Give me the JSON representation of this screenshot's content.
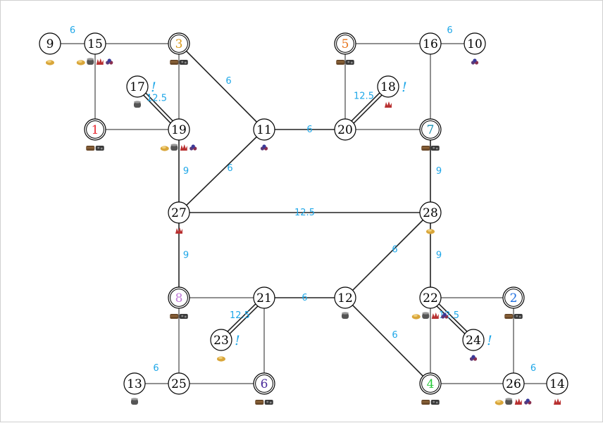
{
  "colors": {
    "edge": "#222222",
    "label": "#1ea7e8",
    "node_fill": "#ffffff",
    "node_stroke": "#000000",
    "player_colors": {
      "1": "#e8242c",
      "2": "#1f6fe0",
      "3": "#d99a1a",
      "4": "#28c93a",
      "5": "#e8741c",
      "6": "#4a2a9a",
      "7": "#1a8fb0",
      "8": "#c07ad8"
    }
  },
  "icon_types": {
    "wood": {
      "name": "wood-resource-icon",
      "color": "#6b4a2a"
    },
    "stone": {
      "name": "stone-resource-icon",
      "color": "#3a3a3a"
    },
    "wheat": {
      "name": "wheat-resource-icon",
      "color": "#d9a63a"
    },
    "pot": {
      "name": "pot-resource-icon",
      "color": "#555555"
    },
    "brick": {
      "name": "brick-resource-icon",
      "color": "#b83030"
    },
    "ore": {
      "name": "ore-resource-icon",
      "color": "#5a3a7a"
    }
  },
  "nodes": [
    {
      "id": "9",
      "label": "9",
      "double": false,
      "player": null,
      "icons": [
        "wheat"
      ]
    },
    {
      "id": "15",
      "label": "15",
      "double": false,
      "player": null,
      "icons": [
        "wheat",
        "pot",
        "brick",
        "ore"
      ]
    },
    {
      "id": "3",
      "label": "3",
      "double": true,
      "player": "3",
      "icons": [
        "wood",
        "stone"
      ]
    },
    {
      "id": "5",
      "label": "5",
      "double": true,
      "player": "5",
      "icons": [
        "wood",
        "stone"
      ]
    },
    {
      "id": "16",
      "label": "16",
      "double": false,
      "player": null,
      "icons": []
    },
    {
      "id": "10",
      "label": "10",
      "double": false,
      "player": null,
      "icons": [
        "ore"
      ]
    },
    {
      "id": "17",
      "label": "17",
      "double": false,
      "player": null,
      "icons": [
        "pot"
      ],
      "bang": "!"
    },
    {
      "id": "18",
      "label": "18",
      "double": false,
      "player": null,
      "icons": [
        "brick"
      ],
      "bang": "!"
    },
    {
      "id": "1",
      "label": "1",
      "double": true,
      "player": "1",
      "icons": [
        "wood",
        "stone"
      ]
    },
    {
      "id": "19",
      "label": "19",
      "double": false,
      "player": null,
      "icons": [
        "wheat",
        "pot",
        "brick",
        "ore"
      ]
    },
    {
      "id": "11",
      "label": "11",
      "double": false,
      "player": null,
      "icons": [
        "ore"
      ]
    },
    {
      "id": "20",
      "label": "20",
      "double": false,
      "player": null,
      "icons": []
    },
    {
      "id": "7",
      "label": "7",
      "double": true,
      "player": "7",
      "icons": [
        "wood",
        "stone"
      ]
    },
    {
      "id": "27",
      "label": "27",
      "double": false,
      "player": null,
      "icons": [
        "brick"
      ]
    },
    {
      "id": "28",
      "label": "28",
      "double": false,
      "player": null,
      "icons": [
        "wheat"
      ]
    },
    {
      "id": "8",
      "label": "8",
      "double": true,
      "player": "8",
      "icons": [
        "wood",
        "stone"
      ]
    },
    {
      "id": "21",
      "label": "21",
      "double": false,
      "player": null,
      "icons": []
    },
    {
      "id": "12",
      "label": "12",
      "double": false,
      "player": null,
      "icons": [
        "pot"
      ]
    },
    {
      "id": "22",
      "label": "22",
      "double": false,
      "player": null,
      "icons": [
        "wheat",
        "pot",
        "brick",
        "ore"
      ]
    },
    {
      "id": "2",
      "label": "2",
      "double": true,
      "player": "2",
      "icons": [
        "wood",
        "stone"
      ]
    },
    {
      "id": "23",
      "label": "23",
      "double": false,
      "player": null,
      "icons": [
        "wheat"
      ],
      "bang": "!"
    },
    {
      "id": "24",
      "label": "24",
      "double": false,
      "player": null,
      "icons": [
        "ore"
      ],
      "bang": "!"
    },
    {
      "id": "13",
      "label": "13",
      "double": false,
      "player": null,
      "icons": [
        "pot"
      ]
    },
    {
      "id": "25",
      "label": "25",
      "double": false,
      "player": null,
      "icons": []
    },
    {
      "id": "6",
      "label": "6",
      "double": true,
      "player": "6",
      "icons": [
        "wood",
        "stone"
      ]
    },
    {
      "id": "4",
      "label": "4",
      "double": true,
      "player": "4",
      "icons": [
        "wood",
        "stone"
      ]
    },
    {
      "id": "26",
      "label": "26",
      "double": false,
      "player": null,
      "icons": [
        "wheat",
        "pot",
        "brick",
        "ore"
      ]
    },
    {
      "id": "14",
      "label": "14",
      "double": false,
      "player": null,
      "icons": [
        "brick"
      ]
    }
  ],
  "edges": [
    {
      "from": "9",
      "to": "15",
      "label": "6",
      "style": "single"
    },
    {
      "from": "15",
      "to": "3",
      "label": "",
      "style": "single"
    },
    {
      "from": "15",
      "to": "1",
      "label": "",
      "style": "single"
    },
    {
      "from": "3",
      "to": "19",
      "label": "",
      "style": "single"
    },
    {
      "from": "3",
      "to": "11",
      "label": "6",
      "style": "single"
    },
    {
      "from": "1",
      "to": "19",
      "label": "",
      "style": "single"
    },
    {
      "from": "17",
      "to": "19",
      "label": "12.5",
      "style": "double"
    },
    {
      "from": "19",
      "to": "27",
      "label": "9",
      "style": "single"
    },
    {
      "from": "11",
      "to": "20",
      "label": "6",
      "style": "single"
    },
    {
      "from": "11",
      "to": "27",
      "label": "6",
      "style": "single"
    },
    {
      "from": "5",
      "to": "16",
      "label": "",
      "style": "single"
    },
    {
      "from": "5",
      "to": "20",
      "label": "",
      "style": "single"
    },
    {
      "from": "16",
      "to": "10",
      "label": "6",
      "style": "single"
    },
    {
      "from": "16",
      "to": "7",
      "label": "",
      "style": "single"
    },
    {
      "from": "20",
      "to": "18",
      "label": "12.5",
      "style": "double"
    },
    {
      "from": "20",
      "to": "7",
      "label": "",
      "style": "single"
    },
    {
      "from": "7",
      "to": "28",
      "label": "9",
      "style": "single"
    },
    {
      "from": "27",
      "to": "28",
      "label": "12.5",
      "style": "single"
    },
    {
      "from": "27",
      "to": "8",
      "label": "9",
      "style": "single"
    },
    {
      "from": "28",
      "to": "12",
      "label": "6",
      "style": "single"
    },
    {
      "from": "28",
      "to": "22",
      "label": "9",
      "style": "single"
    },
    {
      "from": "8",
      "to": "21",
      "label": "",
      "style": "single"
    },
    {
      "from": "8",
      "to": "25",
      "label": "",
      "style": "single"
    },
    {
      "from": "21",
      "to": "12",
      "label": "6",
      "style": "single"
    },
    {
      "from": "21",
      "to": "23",
      "label": "12.5",
      "style": "double"
    },
    {
      "from": "21",
      "to": "6",
      "label": "",
      "style": "single"
    },
    {
      "from": "12",
      "to": "4",
      "label": "6",
      "style": "single"
    },
    {
      "from": "22",
      "to": "2",
      "label": "",
      "style": "single"
    },
    {
      "from": "22",
      "to": "24",
      "label": "12.5",
      "style": "double"
    },
    {
      "from": "22",
      "to": "4",
      "label": "",
      "style": "single"
    },
    {
      "from": "2",
      "to": "26",
      "label": "",
      "style": "single"
    },
    {
      "from": "13",
      "to": "25",
      "label": "6",
      "style": "single"
    },
    {
      "from": "25",
      "to": "6",
      "label": "",
      "style": "single"
    },
    {
      "from": "4",
      "to": "26",
      "label": "",
      "style": "single"
    },
    {
      "from": "26",
      "to": "14",
      "label": "6",
      "style": "single"
    }
  ]
}
